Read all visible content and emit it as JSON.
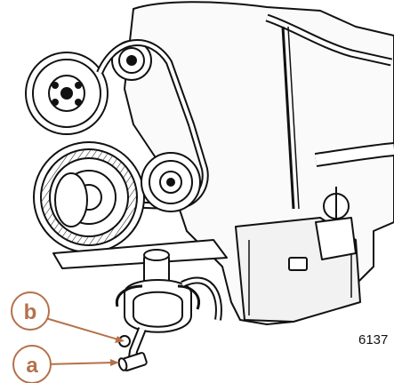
{
  "figure": {
    "callouts": [
      {
        "id": "b",
        "label": "b"
      },
      {
        "id": "a",
        "label": "a"
      }
    ],
    "figure_number": "6137",
    "colors": {
      "callout": "#b5714a",
      "line_art": "#111111",
      "background": "#ffffff",
      "shade": "#d9d9d9"
    }
  }
}
